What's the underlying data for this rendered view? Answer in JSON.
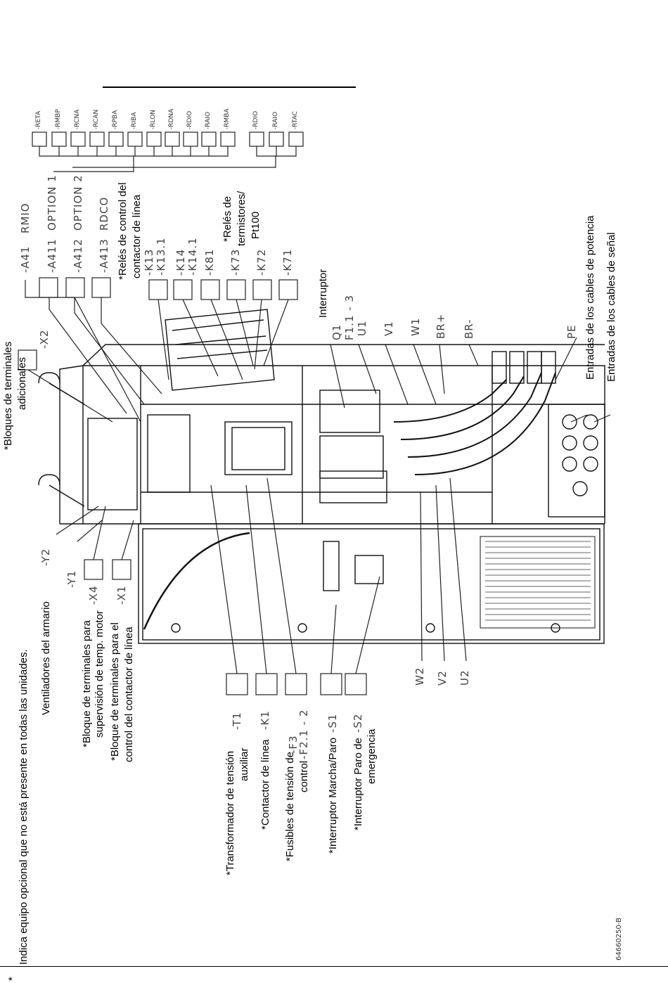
{
  "doc_id": "64660250-B",
  "footnote": "Indica equipo opcional que no está presente en todas las unidades.",
  "footnote_star": "*",
  "option_headers": {
    "option1": "OPTION 1",
    "option2": "OPTION 2"
  },
  "slots": {
    "a41": "-A41",
    "a41_sub": "RMIO",
    "a411": "-A411",
    "a412": "-A412",
    "a413": "-A413",
    "a413_sub": "RDCO"
  },
  "option_modules": [
    "-RETA",
    "-RMBP",
    "-RCNA",
    "-RCAN",
    "-RPBA",
    "-RIBA",
    "-RLON",
    "-RDNA",
    "-RDIO",
    "-RAIO",
    "-RMBA",
    "-RDIO",
    "-RAIO",
    "-RTAC"
  ],
  "relays": [
    "-K13",
    "-K13.1",
    "-K14",
    "-K14.1",
    "-K81",
    "-K73",
    "-K72",
    "-K71"
  ],
  "labels": {
    "bloques_terminales": "*Bloques de terminales",
    "bloques_terminales2": "adicionales",
    "x2": "-X2",
    "reles_control": "*Relés de control del",
    "reles_control2": "contactor de línea",
    "reles_termistores": "*Relés de",
    "reles_termistores2": "termistores/",
    "reles_termistores3": "Pt100",
    "interruptor": "Interruptor",
    "q1": "Q1",
    "f11_3": "F1.1 - 3",
    "u1": "U1",
    "v1": "V1",
    "w1": "W1",
    "br_plus": "BR+",
    "br_minus": "BR-",
    "pe": "PE",
    "entradas_potencia": "Entradas de los cables de potencia",
    "entradas_senal": "Entradas de los cables de señal",
    "ventiladores": "Ventiladores del armario",
    "y2": "-Y2",
    "y1": "-Y1",
    "x4": "-X4",
    "x1": "-X1",
    "bloque_temp": "*Bloque de terminales para",
    "bloque_temp2": "supervisión de temp. motor",
    "bloque_control": "*Bloque de terminales para el",
    "bloque_control2": "control del contactor de línea",
    "transformador": "*Transformador de tensión",
    "transformador2": "auxiliar",
    "t1": "-T1",
    "contactor": "*Contactor de línea",
    "k1": "-K1",
    "fusibles": "*Fusibles de tensión de",
    "fusibles2": "control",
    "f3": "-F3",
    "f21_2": "-F2.1 - 2",
    "marcha": "*Interruptor Marcha/Paro",
    "s1": "-S1",
    "paro": "*Interruptor Paro de",
    "paro2": "emergencia",
    "s2": "-S2",
    "w2": "W2",
    "v2": "V2",
    "u2": "U2"
  }
}
